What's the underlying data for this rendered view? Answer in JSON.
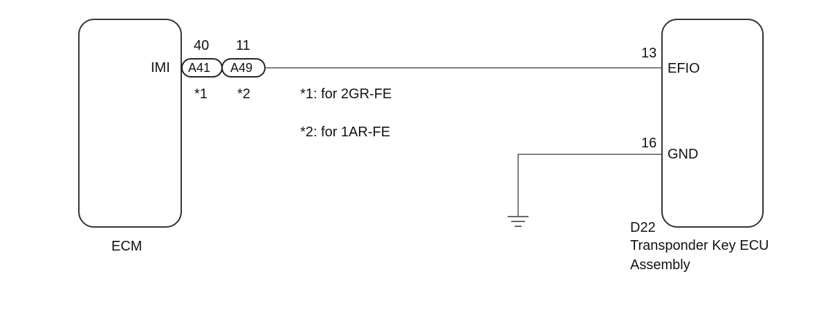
{
  "ecm": {
    "label": "ECM",
    "pin_name": "IMI"
  },
  "connectors": [
    {
      "id": "A41",
      "pin": "40",
      "note_ref": "*1"
    },
    {
      "id": "A49",
      "pin": "11",
      "note_ref": "*2"
    }
  ],
  "notes": [
    "*1: for 2GR-FE",
    "*2: for 1AR-FE"
  ],
  "ecu": {
    "connector_id": "D22",
    "name_line1": "Transponder Key ECU",
    "name_line2": "Assembly",
    "pins": [
      {
        "number": "13",
        "name": "EFIO"
      },
      {
        "number": "16",
        "name": "GND"
      }
    ]
  },
  "colors": {
    "line": "#555555",
    "box_stroke": "#333333",
    "text": "#111111"
  }
}
